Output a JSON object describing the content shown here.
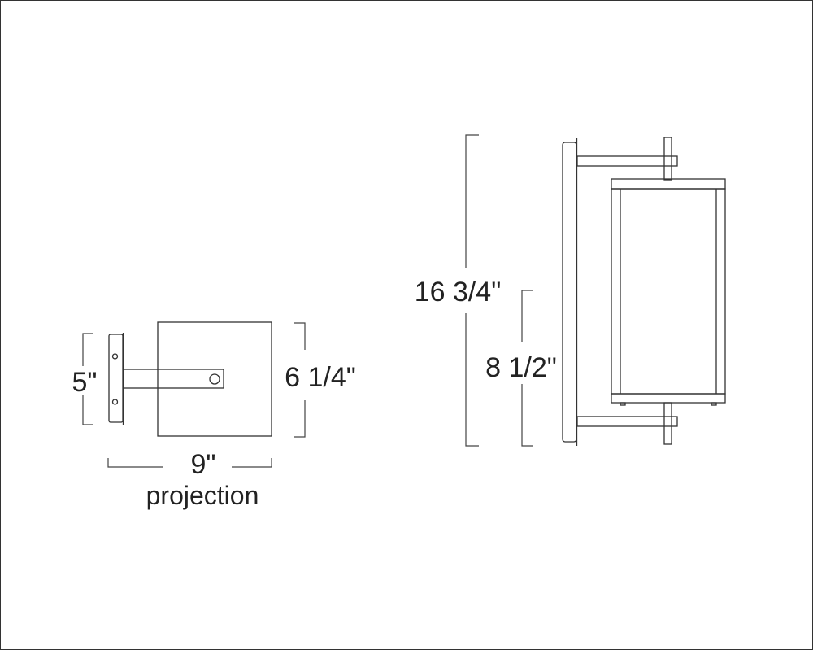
{
  "side_view": {
    "height_label": "5\"",
    "shade_height_label": "6 1/4\"",
    "projection_value": "9\"",
    "projection_label": "projection"
  },
  "front_view": {
    "overall_height_label": "16 3/4\"",
    "shade_height_label": "8 1/2\""
  },
  "colors": {
    "line": "#333333",
    "background": "#ffffff"
  }
}
